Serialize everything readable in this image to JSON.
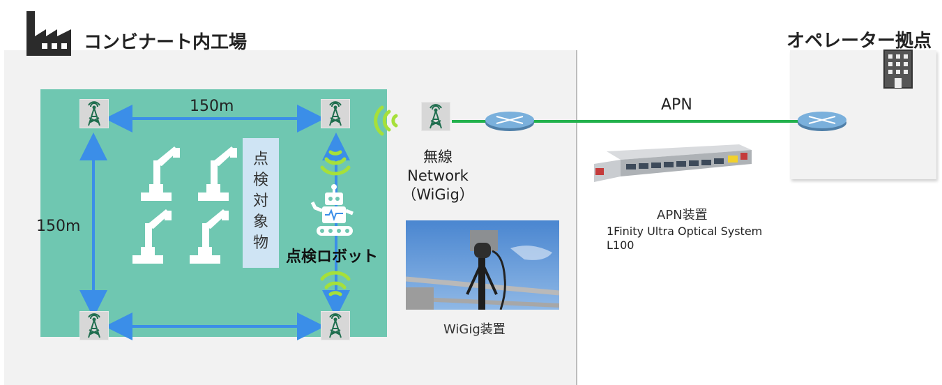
{
  "factory": {
    "title": "コンビナート内工場",
    "distance_horizontal": "150m",
    "distance_vertical": "150m",
    "inspection_target_chars": [
      "点",
      "検",
      "対",
      "象",
      "物"
    ],
    "robot_label": "点検ロボット"
  },
  "wireless": {
    "line1": "無線",
    "line2": "Network",
    "line3": "（WiGig）",
    "device_caption": "WiGig装置"
  },
  "link": {
    "label": "APN",
    "device_label": "APN装置",
    "device_model_line1": "1Finity Ultra Optical System",
    "device_model_line2": "L100"
  },
  "operator": {
    "title": "オペレーター拠点"
  },
  "colors": {
    "site_area": "#6fc7b1",
    "arrow_blue": "#3b8ee8",
    "link_green": "#22b14c",
    "signal_green": "#a6e03a",
    "router_blue": "#7ab0dc"
  },
  "icons": [
    "factory-icon",
    "tower-icon",
    "robot-arm-icon",
    "robot-icon",
    "router-icon",
    "building-icon",
    "signal-icon"
  ]
}
